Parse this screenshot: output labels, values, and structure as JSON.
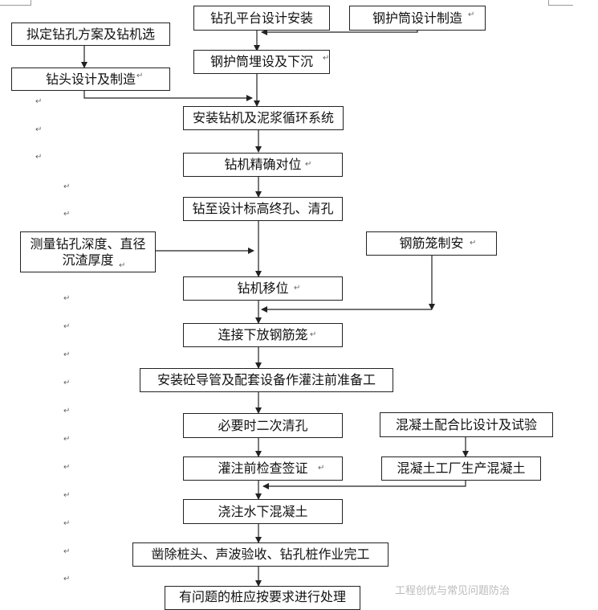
{
  "steps": {
    "s1": "钻孔平台设计安装",
    "s2": "钢护筒设计制造",
    "s3": "拟定钻孔方案及钻机选",
    "s4": "钢护筒埋设及下沉",
    "s5": "钻头设计及制造",
    "s6": "安装钻机及泥浆循环系统",
    "s7": "钻机精确对位",
    "s8": "钻至设计标高终孔、清孔",
    "s9": "测量钻孔深度、直径沉渣厚度",
    "s10": "钢筋笼制安",
    "s11": "钻机移位",
    "s12": "连接下放钢筋笼",
    "s13": "安装砼导管及配套设备作灌注前准备工",
    "s14": "必要时二次清孔",
    "s15": "混凝土配合比设计及试验",
    "s16": "灌注前检查签证",
    "s17": "混凝土工厂生产混凝土",
    "s18": "浇注水下混凝土",
    "s19": "凿除桩头、声波验收、钻孔桩作业完工",
    "s20": "有问题的桩应按要求进行处理"
  },
  "paragraph_mark": "↵",
  "watermark": "工程创优与常见问题防治"
}
